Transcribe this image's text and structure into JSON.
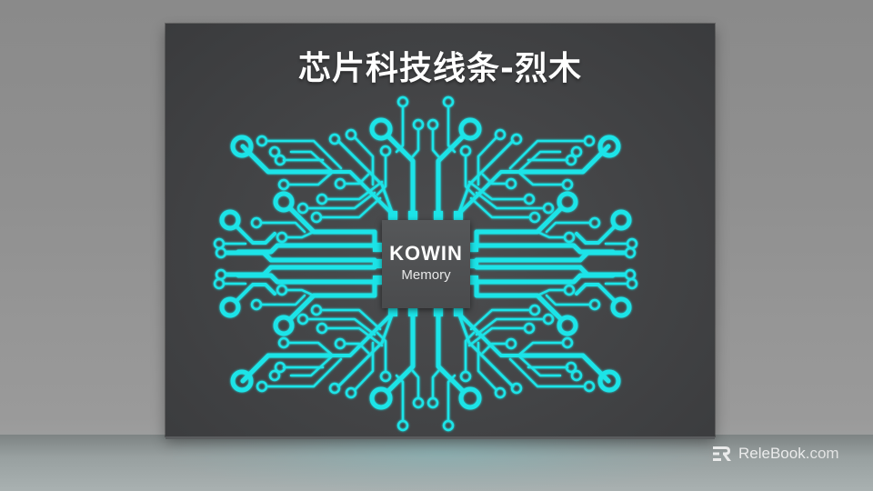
{
  "title": "芯片科技线条-烈木",
  "chip": {
    "brand": "KOWIN",
    "subtitle": "Memory"
  },
  "watermark": {
    "brand": "ReleBook",
    "domain": ".com",
    "icon": "relebook-logo-icon"
  },
  "colors": {
    "trace": "#1de4e8",
    "panel": "#444547",
    "chip": "#4f5052",
    "background": "#8f8f8f",
    "text": "#ffffff"
  }
}
